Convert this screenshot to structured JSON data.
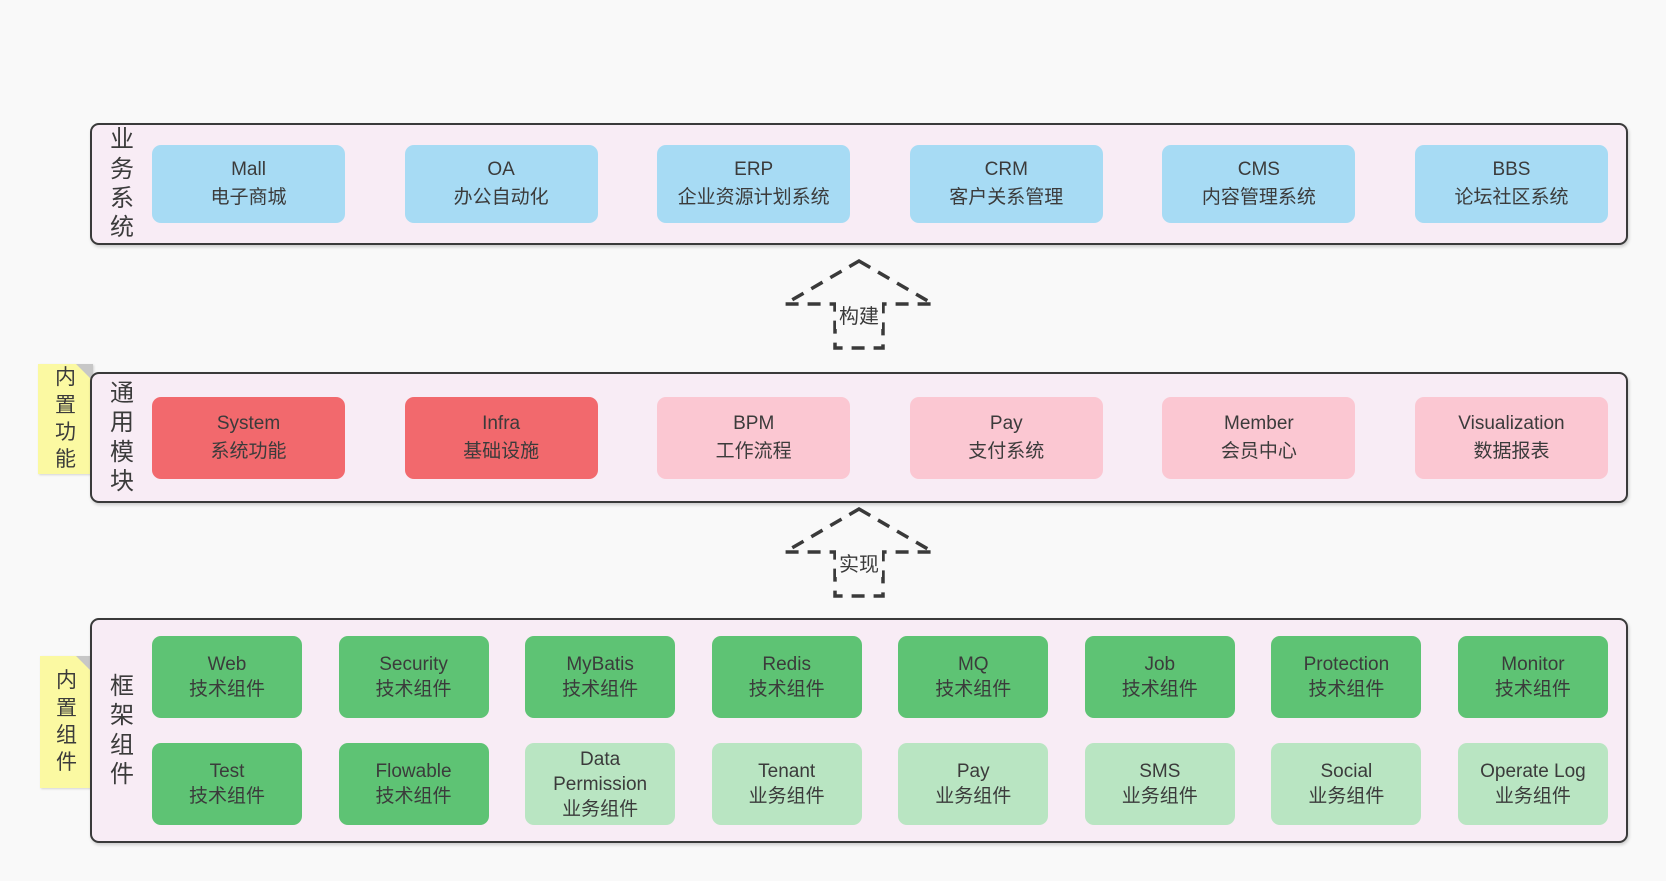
{
  "palette": {
    "page_bg": "#f9f9f9",
    "panel_bg": "#f8ecf5",
    "panel_border": "#3a3a3a",
    "box_blue": "#a7dbf4",
    "box_red": "#f2696d",
    "box_pink": "#fbc7d2",
    "box_green_dark": "#5ec374",
    "box_green_light": "#b9e5c2",
    "note_yellow": "#fbf9a2",
    "note_fold_gray": "#c7c7c7",
    "text": "#3b3b3b"
  },
  "arrows": {
    "build": {
      "label": "构建"
    },
    "implement": {
      "label": "实现"
    }
  },
  "layers": {
    "business": {
      "label": "业务系统",
      "boxes": [
        {
          "title": "Mall",
          "subtitle": "电子商城",
          "variant": "blue"
        },
        {
          "title": "OA",
          "subtitle": "办公自动化",
          "variant": "blue"
        },
        {
          "title": "ERP",
          "subtitle": "企业资源计划系统",
          "variant": "blue"
        },
        {
          "title": "CRM",
          "subtitle": "客户关系管理",
          "variant": "blue"
        },
        {
          "title": "CMS",
          "subtitle": "内容管理系统",
          "variant": "blue"
        },
        {
          "title": "BBS",
          "subtitle": "论坛社区系统",
          "variant": "blue"
        }
      ]
    },
    "modules": {
      "label": "通用模块",
      "note": "内置功能",
      "boxes": [
        {
          "title": "System",
          "subtitle": "系统功能",
          "variant": "red"
        },
        {
          "title": "Infra",
          "subtitle": "基础设施",
          "variant": "red"
        },
        {
          "title": "BPM",
          "subtitle": "工作流程",
          "variant": "pink"
        },
        {
          "title": "Pay",
          "subtitle": "支付系统",
          "variant": "pink"
        },
        {
          "title": "Member",
          "subtitle": "会员中心",
          "variant": "pink"
        },
        {
          "title": "Visualization",
          "subtitle": "数据报表",
          "variant": "pink"
        }
      ]
    },
    "framework": {
      "label": "框架组件",
      "note": "内置组件",
      "rows": [
        [
          {
            "title": "Web",
            "subtitle": "技术组件",
            "variant": "green-dark"
          },
          {
            "title": "Security",
            "subtitle": "技术组件",
            "variant": "green-dark"
          },
          {
            "title": "MyBatis",
            "subtitle": "技术组件",
            "variant": "green-dark"
          },
          {
            "title": "Redis",
            "subtitle": "技术组件",
            "variant": "green-dark"
          },
          {
            "title": "MQ",
            "subtitle": "技术组件",
            "variant": "green-dark"
          },
          {
            "title": "Job",
            "subtitle": "技术组件",
            "variant": "green-dark"
          },
          {
            "title": "Protection",
            "subtitle": "技术组件",
            "variant": "green-dark"
          },
          {
            "title": "Monitor",
            "subtitle": "技术组件",
            "variant": "green-dark"
          }
        ],
        [
          {
            "title": "Test",
            "subtitle": "技术组件",
            "variant": "green-dark"
          },
          {
            "title": "Flowable",
            "subtitle": "技术组件",
            "variant": "green-dark"
          },
          {
            "title": "Data Permission",
            "subtitle": "业务组件",
            "variant": "green-light"
          },
          {
            "title": "Tenant",
            "subtitle": "业务组件",
            "variant": "green-light"
          },
          {
            "title": "Pay",
            "subtitle": "业务组件",
            "variant": "green-light"
          },
          {
            "title": "SMS",
            "subtitle": "业务组件",
            "variant": "green-light"
          },
          {
            "title": "Social",
            "subtitle": "业务组件",
            "variant": "green-light"
          },
          {
            "title": "Operate Log",
            "subtitle": "业务组件",
            "variant": "green-light"
          }
        ]
      ]
    }
  }
}
